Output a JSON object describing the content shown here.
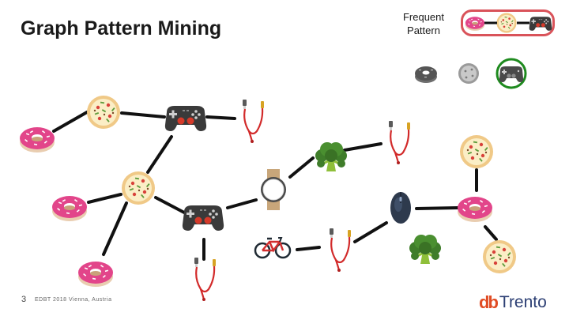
{
  "title": "Graph Pattern Mining",
  "frequent_pattern_label": "Frequent Pattern",
  "slide_number": "3",
  "footer": "EDBT 2018 Vienna, Austria",
  "logo": {
    "db": "db",
    "rest": "Trento"
  },
  "icons": {
    "donut": "donut-icon",
    "pizza": "pizza-icon",
    "gamepad": "gamepad-icon",
    "headphones": "earphones-icon",
    "broccoli": "broccoli-icon",
    "watch": "smartwatch-icon",
    "mouse": "computer-mouse-icon",
    "bicycle": "bicycle-icon"
  },
  "colors": {
    "accent_red": "#d9535a",
    "match_green": "#1e8a1e",
    "edge": "#111111",
    "logo_orange": "#e04b23",
    "logo_blue": "#2b3e73"
  }
}
